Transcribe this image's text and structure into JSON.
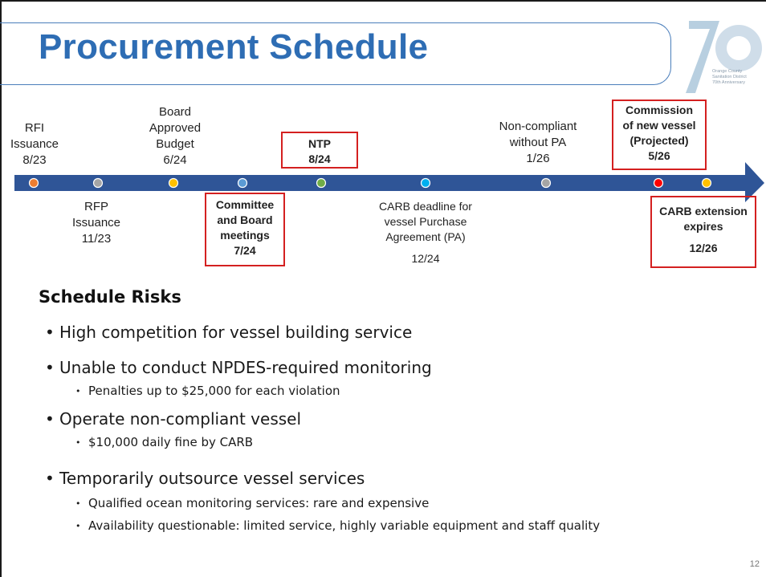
{
  "slide": {
    "title": "Procurement Schedule",
    "page_number": "12",
    "logo": {
      "numeral": "70",
      "text_lines": [
        "Orange County",
        "Sanitation District",
        "70th Anniversary"
      ]
    }
  },
  "timeline": {
    "arrow_color": "#2f5597",
    "above": [
      {
        "lines": [
          "RFI",
          "Issuance",
          "8/23"
        ],
        "boxed": false
      },
      {
        "lines": [
          "Board",
          "Approved",
          "Budget",
          "6/24"
        ],
        "boxed": false
      },
      {
        "lines": [
          "NTP",
          "8/24"
        ],
        "boxed": true
      },
      {
        "lines": [
          "Non-compliant",
          "without PA",
          "1/26"
        ],
        "boxed": false
      },
      {
        "lines": [
          "Commission",
          "of new vessel",
          "(Projected)",
          "5/26"
        ],
        "boxed": true
      }
    ],
    "below": [
      {
        "lines": [
          "RFP",
          "Issuance",
          "11/23"
        ],
        "boxed": false
      },
      {
        "lines": [
          "Committee",
          "and Board",
          "meetings",
          "7/24"
        ],
        "boxed": true
      },
      {
        "lines": [
          "CARB deadline for",
          "vessel Purchase",
          "Agreement (PA)",
          "12/24"
        ],
        "boxed": false
      },
      {
        "lines": [
          "CARB extension",
          "expires",
          "12/26"
        ],
        "boxed": true
      }
    ],
    "markers": [
      {
        "color": "#ed7d31"
      },
      {
        "color": "#a5a5a5"
      },
      {
        "color": "#ffc000"
      },
      {
        "color": "#5b9bd5"
      },
      {
        "color": "#70ad47"
      },
      {
        "color": "#00b0f0"
      },
      {
        "color": "#a5a5a5"
      },
      {
        "color": "#ff0000"
      },
      {
        "color": "#ffc000"
      }
    ]
  },
  "risks": {
    "heading": "Schedule Risks",
    "items": [
      {
        "text": "High competition for vessel building service",
        "sub": []
      },
      {
        "text": "Unable to conduct NPDES-required monitoring",
        "sub": [
          "Penalties up to $25,000 for each violation"
        ]
      },
      {
        "text": "Operate non-compliant vessel",
        "sub": [
          "$10,000 daily fine by CARB"
        ]
      },
      {
        "text": "Temporarily outsource vessel services",
        "sub": [
          "Qualified ocean monitoring services: rare and expensive",
          "Availability questionable: limited service, highly variable equipment and staff quality"
        ]
      }
    ]
  }
}
